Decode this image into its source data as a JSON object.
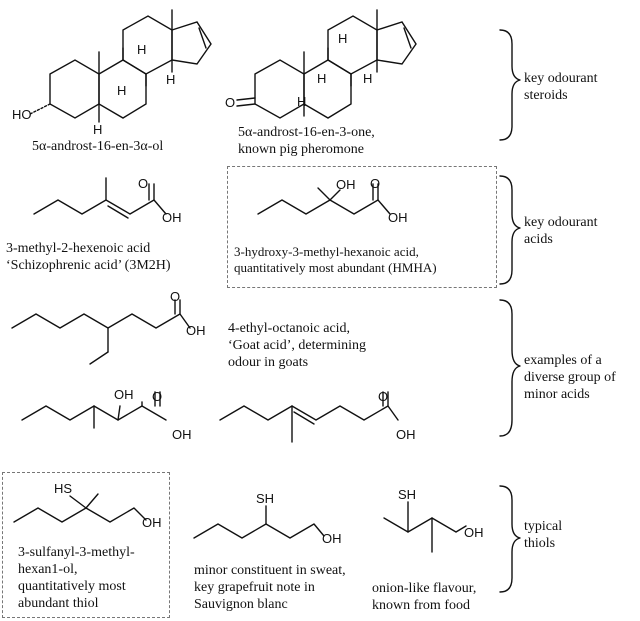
{
  "atoms": {
    "ho": "HO",
    "oh": "OH",
    "o": "O",
    "h": "H",
    "hs": "HS",
    "sh": "SH"
  },
  "captions": {
    "androstenol": "5α-androst-16-en-3α-ol",
    "androstenone": "5α-androst-16-en-3-one,\nknown pig pheromone",
    "m2h": "3-methyl-2-hexenoic acid\n‘Schizophrenic acid’ (3M2H)",
    "hmha": "3-hydroxy-3-methyl-hexanoic acid,\nquantitatively most abundant (HMHA)",
    "ethyl_octanoic": "4-ethyl-octanoic acid,\n‘Goat acid’, determining\nodour in goats",
    "smh": "3-sulfanyl-3-methyl-\nhexan1-ol,\nquantitatively most\nabundant thiol",
    "thiol_grapefruit": "minor constituent in sweat,\nkey grapefruit note in\nSauvignon blanc",
    "thiol_onion": "onion-like flavour,\nknown from food"
  },
  "groups": {
    "steroids": "key odourant\nsteroids",
    "acids": "key odourant\nacids",
    "minor_acids": "examples of a\ndiverse group of\nminor acids",
    "thiols": "typical\nthiols"
  }
}
